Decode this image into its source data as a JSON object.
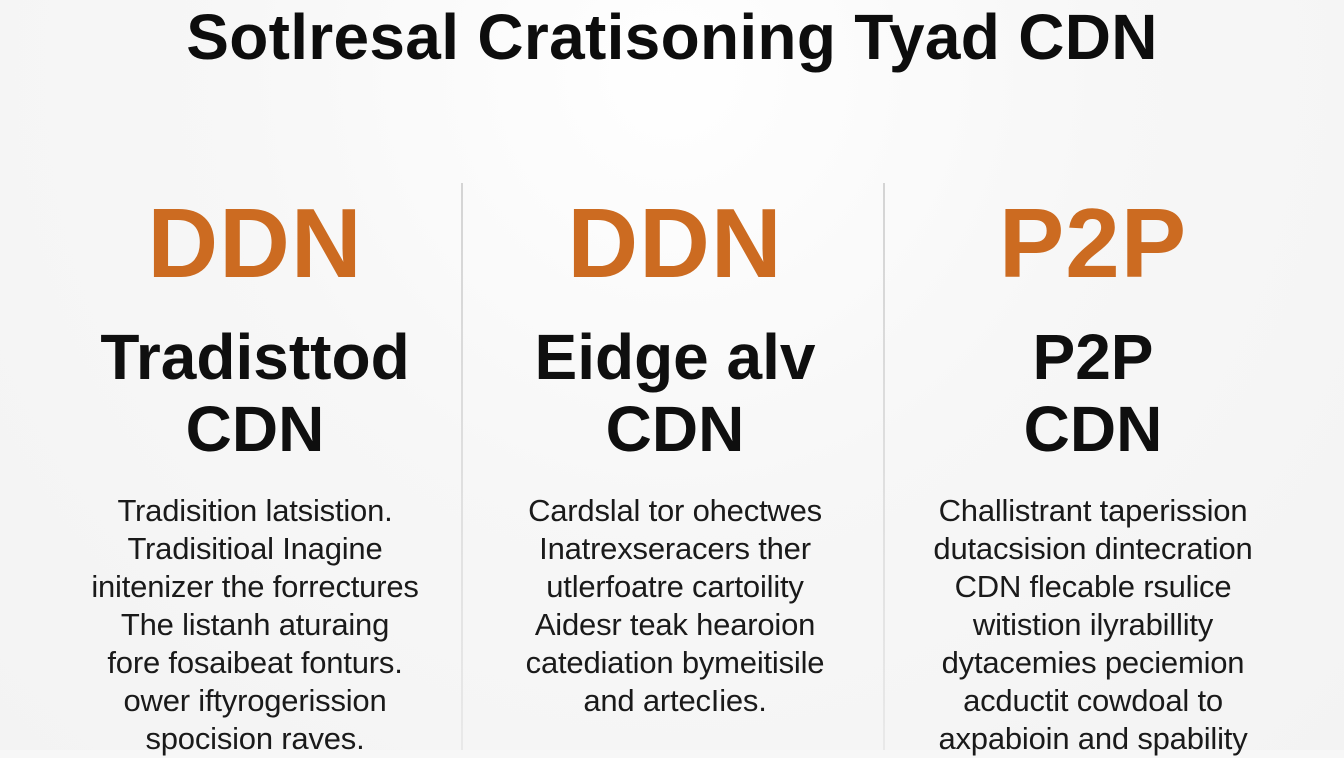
{
  "header": {
    "title": "Sotlresal Cratisoning Tyad CDN"
  },
  "columns": [
    {
      "tag": "DDN",
      "title_lines": [
        "Tradisttod",
        "CDN"
      ],
      "description_lines": [
        "Tradisition latsistion.",
        "Tradisitioal Inagine",
        "initenizer the forrectures",
        "The listanh aturaing",
        "fore fosaibeat fonturs.",
        "ower iftyrogerission",
        "spocision raves."
      ]
    },
    {
      "tag": "DDN",
      "title_lines": [
        "Eidge alv",
        "CDN"
      ],
      "description_lines": [
        "Cardslal tor ohectwes",
        "Inatrexseracers ther",
        "utlerfoatre cartoility",
        "Aidesr teak hearoion",
        "catediation bymeitisile",
        "and artecIies."
      ]
    },
    {
      "tag": "P2P",
      "title_lines": [
        "P2P",
        "CDN"
      ],
      "description_lines": [
        "Challistrant taperission",
        "dutacsision dintecration",
        "CDN flecable rsulice",
        "witistion ilyrabillity",
        "dytacemies peciemion",
        "acductit cowdoal to",
        "axpabioin and spability"
      ]
    }
  ],
  "colors": {
    "accent": "#cc6b21",
    "text": "#111111",
    "divider": "#d2d2d2",
    "background": "#f7f7f7"
  }
}
